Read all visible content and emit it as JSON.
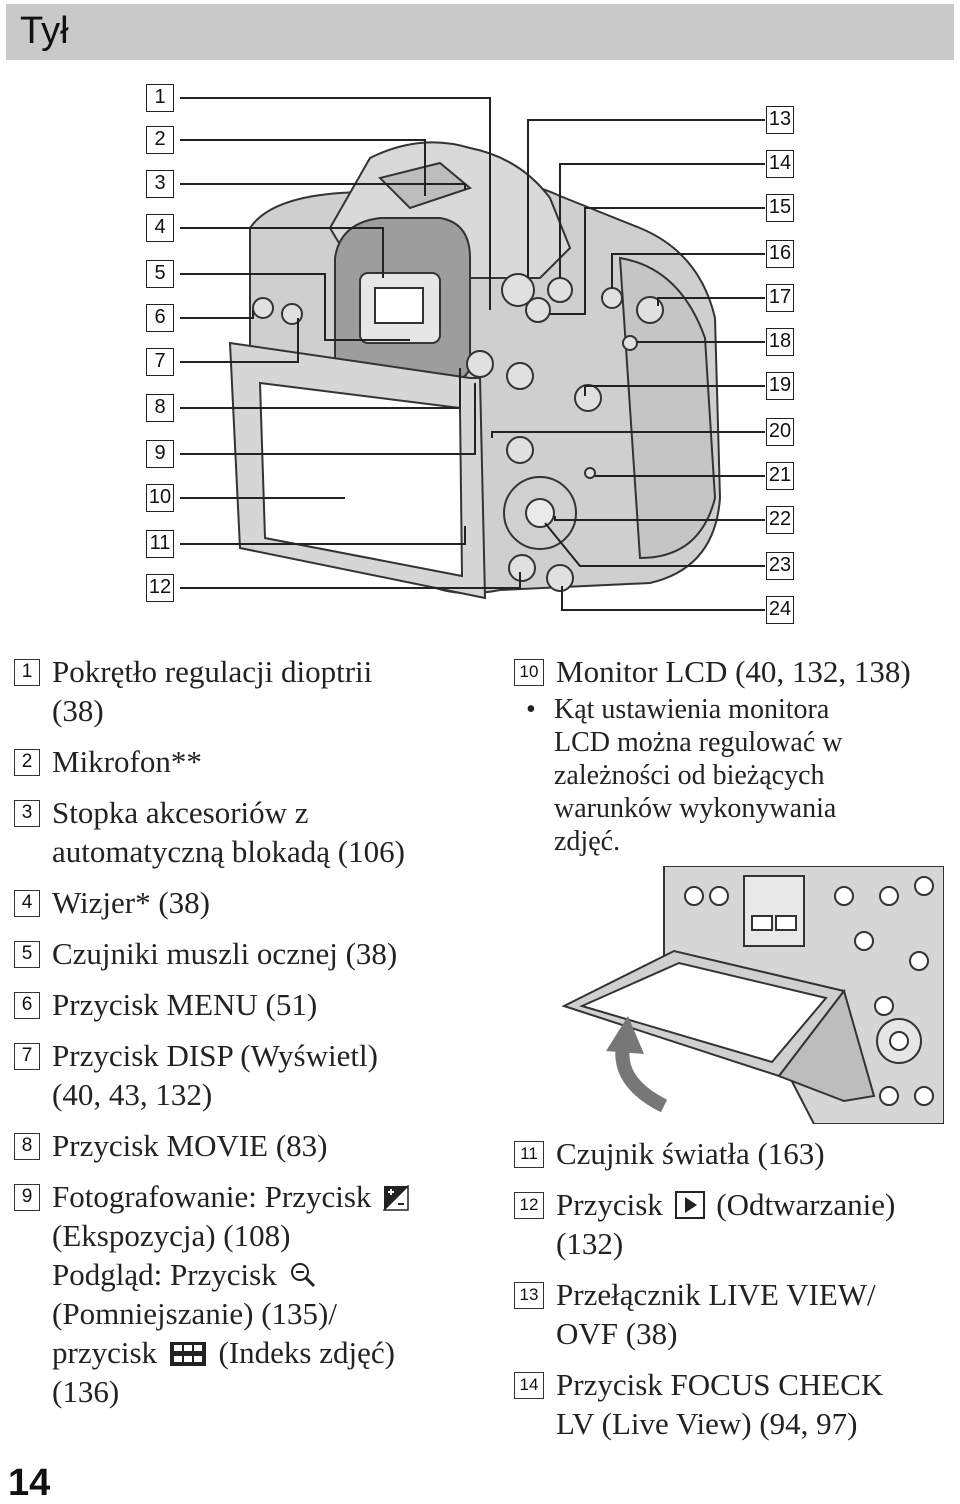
{
  "header": {
    "title": "Tył"
  },
  "diagram": {
    "callouts_left": [
      "1",
      "2",
      "3",
      "4",
      "5",
      "6",
      "7",
      "8",
      "9",
      "10",
      "11",
      "12"
    ],
    "callouts_right": [
      "13",
      "14",
      "15",
      "16",
      "17",
      "18",
      "19",
      "20",
      "21",
      "22",
      "23",
      "24"
    ]
  },
  "left_items": [
    {
      "num": "1",
      "lines": [
        "Pokrętło regulacji dioptrii",
        "(38)"
      ]
    },
    {
      "num": "2",
      "lines": [
        "Mikrofon**"
      ]
    },
    {
      "num": "3",
      "lines": [
        "Stopka akcesoriów z",
        "automatyczną blokadą (106)"
      ]
    },
    {
      "num": "4",
      "lines": [
        "Wizjer* (38)"
      ]
    },
    {
      "num": "5",
      "lines": [
        "Czujniki muszli ocznej (38)"
      ]
    },
    {
      "num": "6",
      "lines": [
        "Przycisk MENU (51)"
      ]
    },
    {
      "num": "7",
      "lines": [
        "Przycisk DISP (Wyświetl)",
        "(40, 43, 132)"
      ]
    },
    {
      "num": "8",
      "lines": [
        "Przycisk MOVIE (83)"
      ]
    }
  ],
  "item9": {
    "num": "9",
    "l1": "Fotografowanie: Przycisk",
    "l2": "(Ekspozycja) (108)",
    "l3": "Podgląd: Przycisk",
    "l4": "(Pomniejszanie) (135)/",
    "l5a": "przycisk",
    "l5b": "(Indeks zdjęć)",
    "l6": "(136)"
  },
  "item10": {
    "num": "10",
    "title": "Monitor LCD (40, 132, 138)",
    "bullet_lines": [
      "Kąt ustawienia monitora",
      "LCD można regulować w",
      "zależności od bieżących",
      "warunków wykonywania",
      "zdjęć."
    ]
  },
  "item11": {
    "num": "11",
    "text": "Czujnik światła (163)"
  },
  "item12": {
    "num": "12",
    "l1a": "Przycisk",
    "l1b": "(Odtwarzanie)",
    "l2": "(132)"
  },
  "item13": {
    "num": "13",
    "l1": "Przełącznik LIVE VIEW/",
    "l2": "OVF (38)"
  },
  "item14": {
    "num": "14",
    "l1": "Przycisk FOCUS CHECK",
    "l2": "LV (Live View) (94, 97)"
  },
  "page_number": "14"
}
